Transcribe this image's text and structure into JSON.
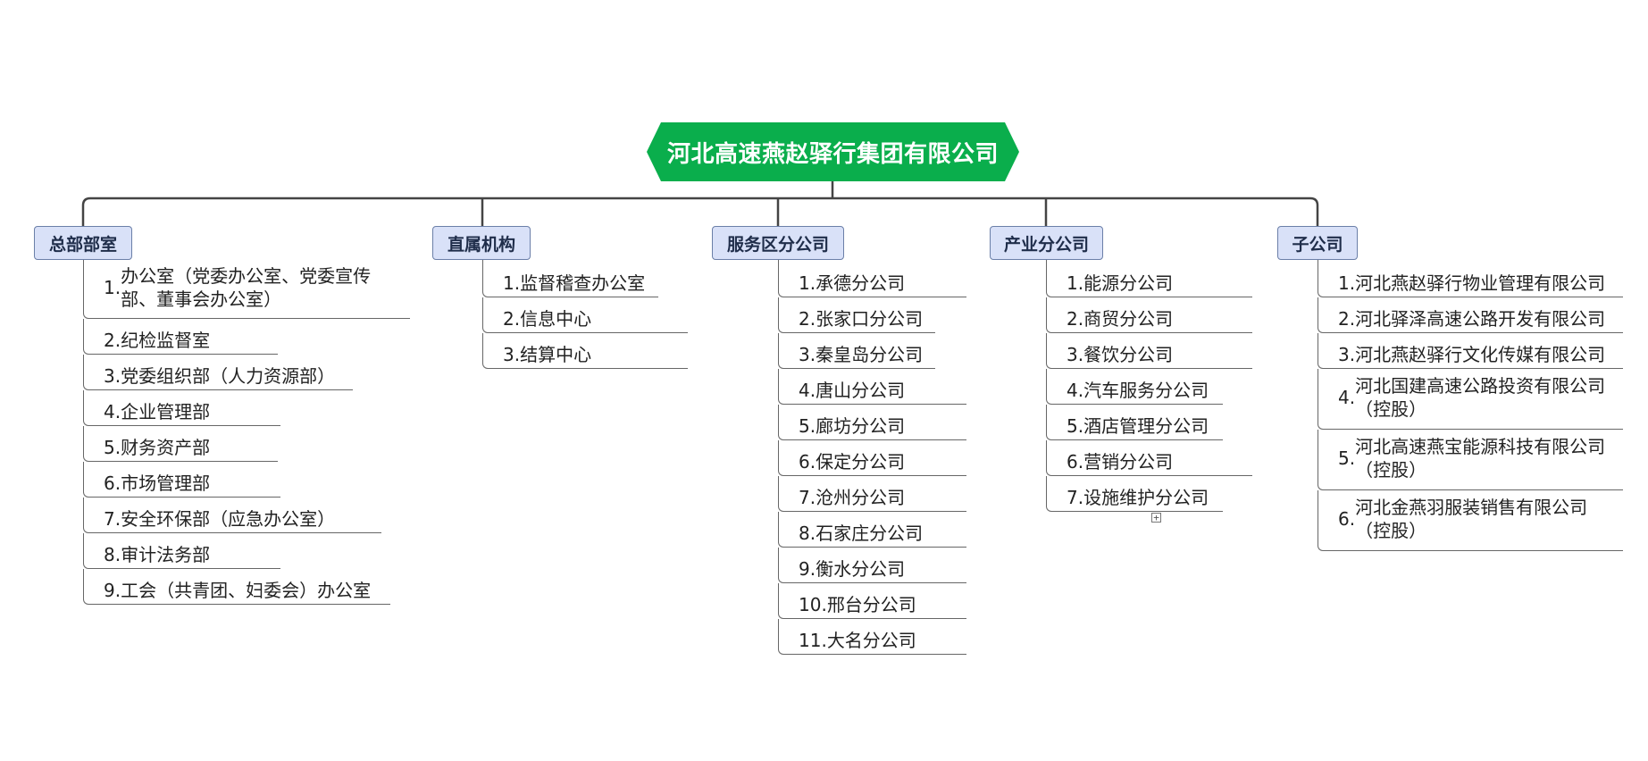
{
  "root": {
    "label": "河北高速燕赵驿行集团有限公司",
    "color": "#0aae4c"
  },
  "branches": [
    {
      "label": "总部部室",
      "items": [
        {
          "num": "1.",
          "text": "办公室（党委办公室、党委宣传部、董事会办公室）"
        },
        {
          "num": "2.",
          "text": "纪检监督室"
        },
        {
          "num": "3.",
          "text": "党委组织部（人力资源部）"
        },
        {
          "num": "4.",
          "text": "企业管理部"
        },
        {
          "num": "5.",
          "text": "财务资产部"
        },
        {
          "num": "6.",
          "text": "市场管理部"
        },
        {
          "num": "7.",
          "text": "安全环保部（应急办公室）"
        },
        {
          "num": "8.",
          "text": "审计法务部"
        },
        {
          "num": "9.",
          "text": "工会（共青团、妇委会）办公室"
        }
      ]
    },
    {
      "label": "直属机构",
      "items": [
        {
          "num": "1.",
          "text": "监督稽查办公室"
        },
        {
          "num": "2.",
          "text": "信息中心"
        },
        {
          "num": "3.",
          "text": "结算中心"
        }
      ]
    },
    {
      "label": "服务区分公司",
      "items": [
        {
          "num": "1.",
          "text": "承德分公司"
        },
        {
          "num": "2.",
          "text": "张家口分公司"
        },
        {
          "num": "3.",
          "text": "秦皇岛分公司"
        },
        {
          "num": "4.",
          "text": "唐山分公司"
        },
        {
          "num": "5.",
          "text": "廊坊分公司"
        },
        {
          "num": "6.",
          "text": "保定分公司"
        },
        {
          "num": "7.",
          "text": "沧州分公司"
        },
        {
          "num": "8.",
          "text": "石家庄分公司"
        },
        {
          "num": "9.",
          "text": "衡水分公司"
        },
        {
          "num": "10.",
          "text": "邢台分公司"
        },
        {
          "num": "11.",
          "text": "大名分公司"
        }
      ]
    },
    {
      "label": "产业分公司",
      "items": [
        {
          "num": "1.",
          "text": "能源分公司"
        },
        {
          "num": "2.",
          "text": "商贸分公司"
        },
        {
          "num": "3.",
          "text": "餐饮分公司"
        },
        {
          "num": "4.",
          "text": "汽车服务分公司"
        },
        {
          "num": "5.",
          "text": "酒店管理分公司"
        },
        {
          "num": "6.",
          "text": "营销分公司"
        },
        {
          "num": "7.",
          "text": "设施维护分公司"
        }
      ]
    },
    {
      "label": "子公司",
      "items": [
        {
          "num": "1.",
          "text": "河北燕赵驿行物业管理有限公司"
        },
        {
          "num": "2.",
          "text": "河北驿泽高速公路开发有限公司"
        },
        {
          "num": "3.",
          "text": "河北燕赵驿行文化传媒有限公司"
        },
        {
          "num": "4.",
          "text": "河北国建高速公路投资有限公司（控股）"
        },
        {
          "num": "5.",
          "text": "河北高速燕宝能源科技有限公司（控股）"
        },
        {
          "num": "6.",
          "text": "河北金燕羽服装销售有限公司（控股）"
        }
      ]
    }
  ],
  "collapse_symbol": "+",
  "colors": {
    "line": "#444444",
    "branch_fill": "#d9e1f8",
    "branch_border": "#6b7fa8"
  }
}
